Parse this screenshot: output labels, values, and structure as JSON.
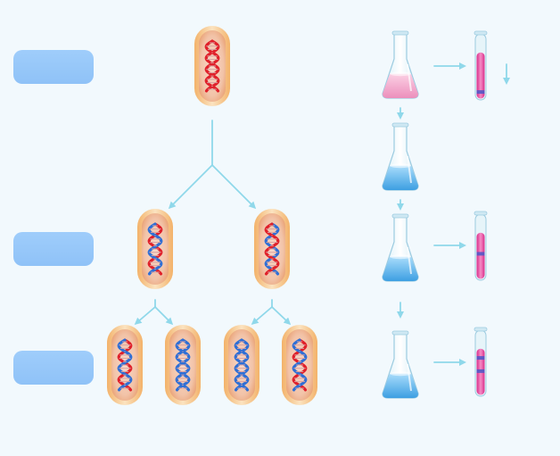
{
  "labels": {
    "generation_0": "",
    "generation_1": "",
    "generation_2": ""
  },
  "colors": {
    "background": "#f2f9fd",
    "label_box": "#9fcdfb",
    "arrow": "#8fd8ea",
    "strand_parent": "#e0202a",
    "strand_new": "#2e6fd6",
    "cell_body": "#f2c89a",
    "cell_rim": "#f0a868",
    "medium_parent": "#f3a5c8",
    "medium_new": "#5ab4ec",
    "tube_liquid": "#e8379b",
    "band": "#4a56c8"
  },
  "cells": [
    {
      "id": "g0",
      "strands": [
        "parent",
        "parent"
      ]
    },
    {
      "id": "g1a",
      "strands": [
        "parent",
        "new"
      ]
    },
    {
      "id": "g1b",
      "strands": [
        "new",
        "parent"
      ]
    },
    {
      "id": "g2a",
      "strands": [
        "parent",
        "new"
      ]
    },
    {
      "id": "g2b",
      "strands": [
        "new",
        "new"
      ]
    },
    {
      "id": "g2c",
      "strands": [
        "new",
        "new"
      ]
    },
    {
      "id": "g2d",
      "strands": [
        "parent",
        "new"
      ]
    }
  ],
  "flasks": [
    {
      "id": "f1",
      "medium": "parent"
    },
    {
      "id": "f2",
      "medium": "new"
    },
    {
      "id": "f3",
      "medium": "new"
    },
    {
      "id": "f4",
      "medium": "new"
    }
  ],
  "tubes": [
    {
      "id": "t1",
      "bands": [
        0.88
      ]
    },
    {
      "id": "t2",
      "bands": [
        0.6
      ]
    },
    {
      "id": "t3",
      "bands": [
        0.42,
        0.62
      ]
    }
  ]
}
